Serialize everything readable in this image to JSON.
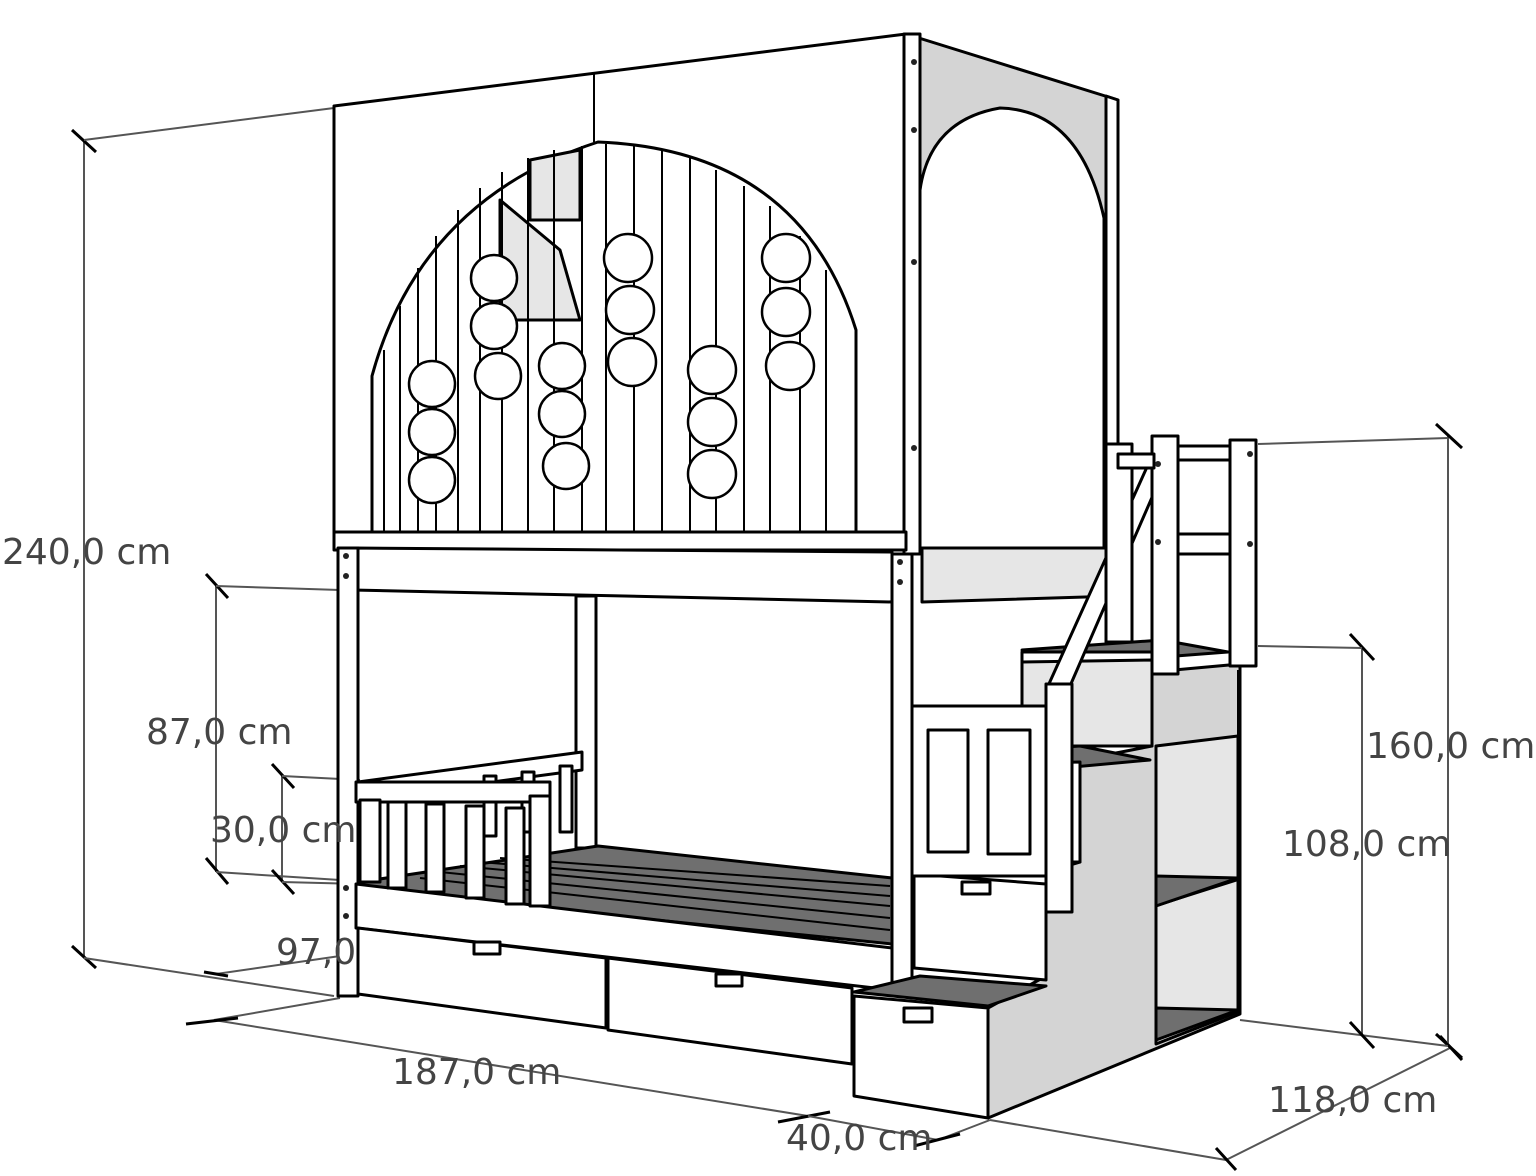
{
  "dimensions": {
    "total_height": "240,0 cm",
    "guard_height": "87,0 cm",
    "rail_height": "30,0 cm",
    "width": "97,0",
    "length": "187,0 cm",
    "stair_depth": "40,0 cm",
    "total_depth": "118,0 cm",
    "platform_height": "160,0 cm",
    "stair_height": "108,0 cm"
  }
}
